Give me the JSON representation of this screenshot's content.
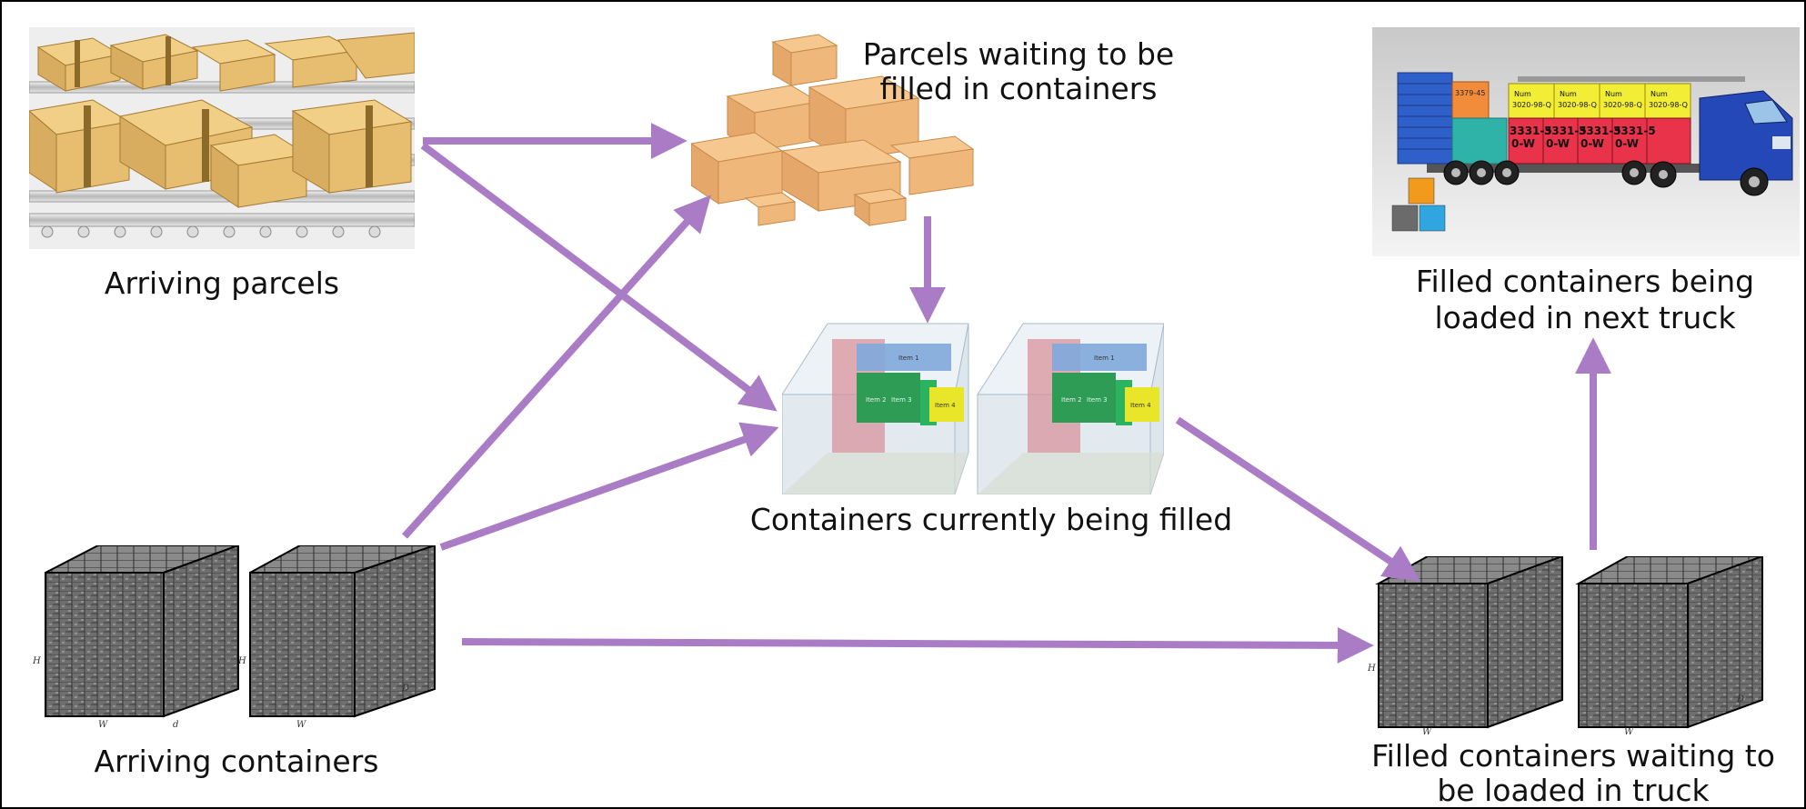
{
  "colors": {
    "arrow": "#a97cc5",
    "cardboard": "#e7bd6f",
    "cardboard_dark": "#c99a48",
    "wireframe": "#9fb6c8",
    "item_red": "#c9787f",
    "item_blue": "#7fa8dc",
    "item_green": "#2e9c55",
    "item_yellow": "#e9e62a",
    "truck_blue": "#2448b8",
    "load_red": "#e8334a",
    "load_yellow": "#f2ee35",
    "load_teal": "#2fb3a8"
  },
  "labels": {
    "arriving_parcels": "Arriving parcels",
    "parcels_waiting_line1": "Parcels waiting to be",
    "parcels_waiting_line2": "filled in containers",
    "filled_truck_line1": "Filled containers being",
    "filled_truck_line2": "loaded in next truck",
    "containers_filling": "Containers currently being filled",
    "arriving_containers": "Arriving containers",
    "filled_waiting_line1": "Filled containers waiting to",
    "filled_waiting_line2": "be loaded in truck"
  },
  "container_items": {
    "item1": "Item 1",
    "item2": "Item 2",
    "item3": "Item 3",
    "item4": "Item 4"
  },
  "truck_load_labels": {
    "num": "Num",
    "code_yellow": "3020-98-Q",
    "code_red_1": "3331-5",
    "code_red_2": "0-W",
    "code_orange": "3379-45"
  },
  "box_axis_labels": {
    "height": "H",
    "width": "W",
    "depth": "D",
    "small": "d"
  }
}
